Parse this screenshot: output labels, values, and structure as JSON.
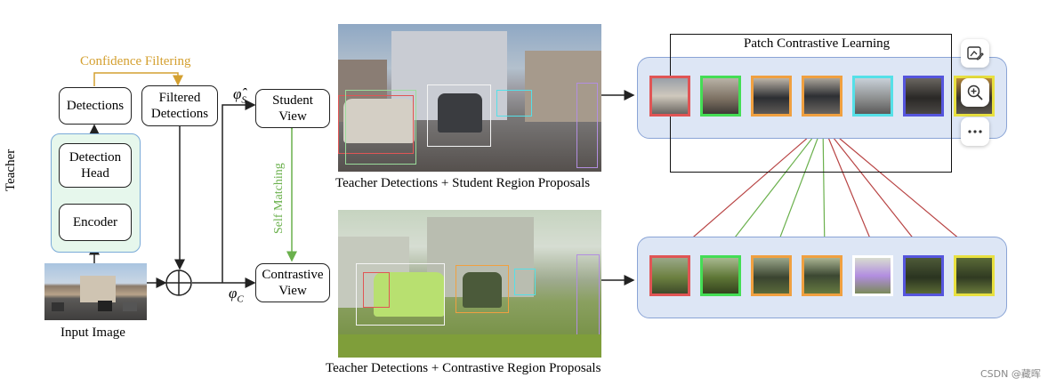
{
  "teacher": {
    "label": "Teacher",
    "detections": "Detections",
    "detection_head": [
      "Detection",
      "Head"
    ],
    "encoder": "Encoder",
    "confidence_filtering": "Confidence Filtering"
  },
  "filtered_detections": [
    "Filtered",
    "Detections"
  ],
  "student_view": [
    "Student",
    "View"
  ],
  "contrastive_view": [
    "Contrastive",
    "View"
  ],
  "phi_s": "φ̂",
  "phi_s_sub": "S",
  "phi_c": "φ",
  "phi_c_sub": "C",
  "self_matching": "Self Matching",
  "input_image": "Input Image",
  "student_caption": "Teacher Detections + Student Region Proposals",
  "contrastive_caption": "Teacher Detections + Contrastive Region Proposals",
  "patch_title": "Patch Contrastive Learning",
  "watermark": "CSDN @藏晖",
  "patch_colors": [
    "#e05555",
    "#44dd55",
    "#f0a040",
    "#f0a040",
    "#55e0e8",
    "#5555dd",
    "#e8e040"
  ],
  "bottom_patch_colors": [
    "#e05555",
    "#44dd55",
    "#f0a040",
    "#f0a040",
    "#ffffff",
    "#5555dd",
    "#e8e040"
  ],
  "colors": {
    "orange_label": "#d4a030",
    "green_label": "#6ab04c",
    "panel_fill": "#dde6f5",
    "panel_border": "#8aa4d6",
    "teacher_fill": "#e6f7ec",
    "teacher_border": "#7aaad8"
  },
  "toolbar": {
    "icons": [
      "edit-image-icon",
      "zoom-in-icon",
      "more-icon"
    ]
  }
}
